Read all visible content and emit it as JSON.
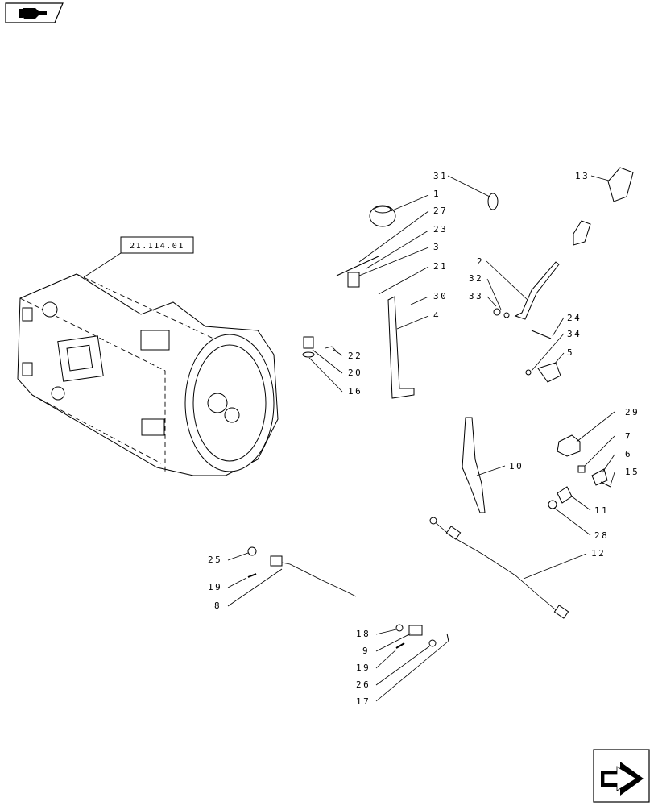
{
  "reference_tag": "21.114.01",
  "callouts": [
    {
      "id": "c31",
      "label": "31"
    },
    {
      "id": "c13",
      "label": "13"
    },
    {
      "id": "c1",
      "label": "1"
    },
    {
      "id": "c27",
      "label": "27"
    },
    {
      "id": "c23",
      "label": "23"
    },
    {
      "id": "c3",
      "label": "3"
    },
    {
      "id": "c21",
      "label": "21"
    },
    {
      "id": "c30",
      "label": "30"
    },
    {
      "id": "c4",
      "label": "4"
    },
    {
      "id": "c2",
      "label": "2"
    },
    {
      "id": "c32",
      "label": "32"
    },
    {
      "id": "c33",
      "label": "33"
    },
    {
      "id": "c24",
      "label": "24"
    },
    {
      "id": "c34",
      "label": "34"
    },
    {
      "id": "c5",
      "label": "5"
    },
    {
      "id": "c22",
      "label": "22"
    },
    {
      "id": "c20",
      "label": "20"
    },
    {
      "id": "c16",
      "label": "16"
    },
    {
      "id": "c29",
      "label": "29"
    },
    {
      "id": "c7",
      "label": "7"
    },
    {
      "id": "c6",
      "label": "6"
    },
    {
      "id": "c15",
      "label": "15"
    },
    {
      "id": "c10",
      "label": "10"
    },
    {
      "id": "c11",
      "label": "11"
    },
    {
      "id": "c28",
      "label": "28"
    },
    {
      "id": "c12",
      "label": "12"
    },
    {
      "id": "c25",
      "label": "25"
    },
    {
      "id": "c19a",
      "label": "19"
    },
    {
      "id": "c8",
      "label": "8"
    },
    {
      "id": "c18",
      "label": "18"
    },
    {
      "id": "c9",
      "label": "9"
    },
    {
      "id": "c19b",
      "label": "19"
    },
    {
      "id": "c26",
      "label": "26"
    },
    {
      "id": "c17",
      "label": "17"
    }
  ],
  "icons": {
    "top_left": "hand-pointer-icon",
    "bottom_right": "next-page-arrow-icon"
  }
}
